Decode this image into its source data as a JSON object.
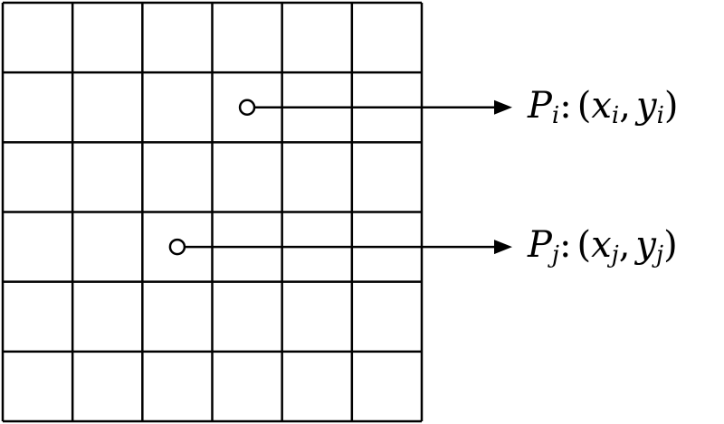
{
  "grid": {
    "rows": 6,
    "cols": 6
  },
  "points": [
    {
      "id": "i",
      "symbol": "P",
      "subscript": "i",
      "colon": ":",
      "open_paren": "(",
      "x_symbol": "x",
      "x_sub": "i",
      "comma": ",",
      "y_symbol": "y",
      "y_sub": "i",
      "close_paren": ")",
      "cell_col": 3.5,
      "cell_row": 1.5
    },
    {
      "id": "j",
      "symbol": "P",
      "subscript": "j",
      "colon": ":",
      "open_paren": "(",
      "x_symbol": "x",
      "x_sub": "j",
      "comma": ",",
      "y_symbol": "y",
      "y_sub": "j",
      "close_paren": ")",
      "cell_col": 2.5,
      "cell_row": 3.5
    }
  ],
  "colors": {
    "line": "#000000",
    "background": "#ffffff"
  }
}
